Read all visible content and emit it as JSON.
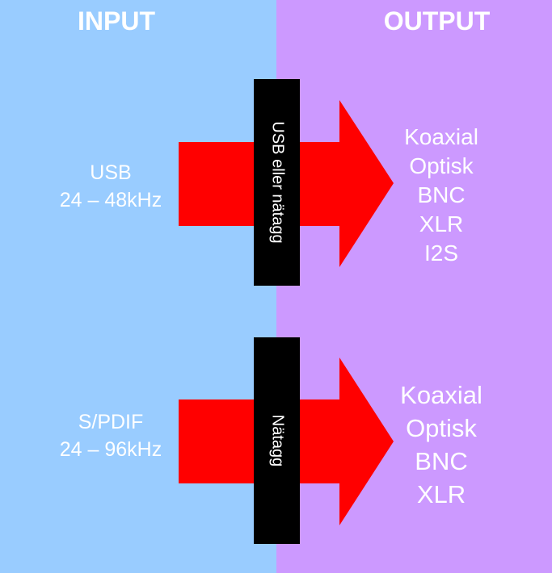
{
  "headers": {
    "input": "INPUT",
    "output": "OUTPUT"
  },
  "colors": {
    "input_bg": "#99ccff",
    "output_bg": "#cc99ff",
    "arrow": "#ff0000",
    "bar": "#000000",
    "text": "#ffffff"
  },
  "rows": [
    {
      "source": {
        "name": "USB",
        "rate": "24 – 48kHz"
      },
      "via": "USB eller nätagg",
      "outputs": [
        "Koaxial",
        "Optisk",
        "BNC",
        "XLR",
        "I2S"
      ]
    },
    {
      "source": {
        "name": "S/PDIF",
        "rate": "24 – 96kHz"
      },
      "via": "Nätagg",
      "outputs": [
        "Koaxial",
        "Optisk",
        "BNC",
        "XLR"
      ]
    }
  ]
}
